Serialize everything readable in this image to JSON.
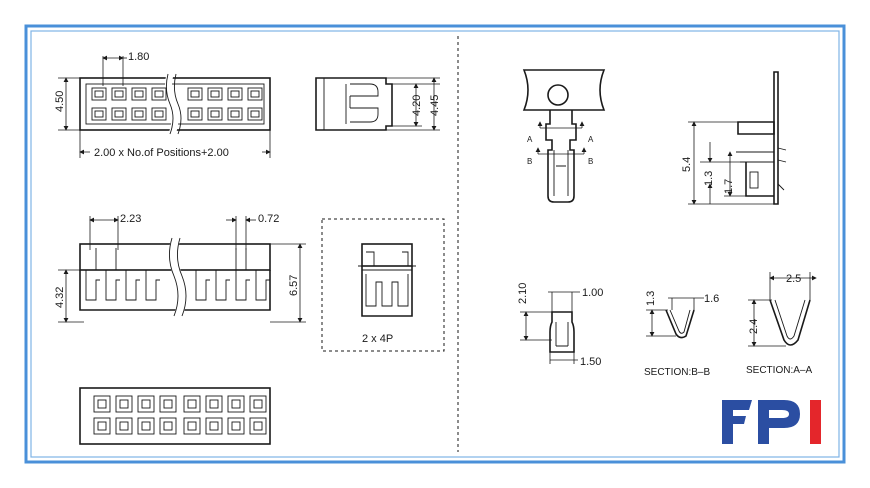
{
  "frame": {
    "outer_color": "#4a90d9",
    "inner_color": "#7fb3e6",
    "background": "#ffffff"
  },
  "labels": {
    "dim_pitch": "1.80",
    "dim_height_top": "4.50",
    "dim_length_formula": "2.00 x No.of Positions+2.00",
    "dim_side_inner": "4.20",
    "dim_side_outer": "4.45",
    "dim_front_width": "2.23",
    "dim_front_slot": "0.72",
    "dim_front_height": "4.32",
    "dim_front_total": "6.57",
    "detail_caption": "2 x 4P",
    "dim_term_54": "5.4",
    "dim_term_13": "1.3",
    "dim_term_17": "1.7",
    "dim_contact_210": "2.10",
    "dim_contact_100": "1.00",
    "dim_contact_150": "1.50",
    "sec_bb_13": "1.3",
    "sec_bb_16": "1.6",
    "sec_bb_title": "SECTION:B–B",
    "sec_aa_25": "2.5",
    "sec_aa_24": "2.4",
    "sec_aa_title": "SECTION:A–A",
    "mark_a": "A",
    "mark_b": "B"
  },
  "logo": {
    "text": "FPI",
    "blue": "#2b4ea2",
    "red": "#e4262b"
  }
}
